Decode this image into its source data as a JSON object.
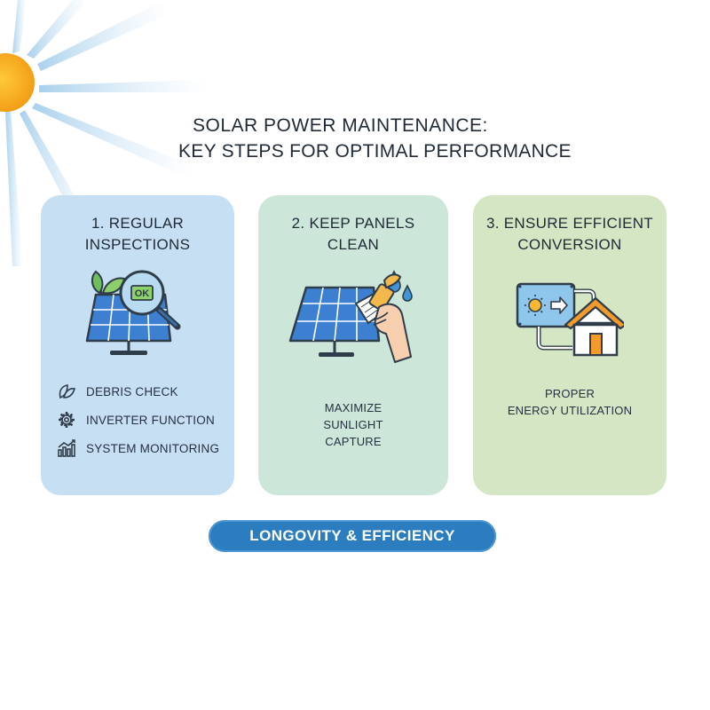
{
  "title": {
    "line1": "SOLAR POWER MAINTENANCE:",
    "line2": "KEY STEPS FOR OPTIMAL PERFORMANCE"
  },
  "cards": [
    {
      "heading_line1": "1. REGULAR",
      "heading_line2": "INSPECTIONS",
      "badge": "OK",
      "items": [
        {
          "label": "DEBRIS CHECK",
          "icon": "leaf-icon"
        },
        {
          "label": "INVERTER FUNCTION",
          "icon": "gear-icon"
        },
        {
          "label": "SYSTEM MONITORING",
          "icon": "chart-icon"
        }
      ],
      "color": "#c7dff3"
    },
    {
      "heading_line1": "2. KEEP PANELS",
      "heading_line2": "CLEAN",
      "caption_lines": [
        "MAXIMIZE",
        "SUNLIGHT",
        "CAPTURE"
      ],
      "color": "#cce6da"
    },
    {
      "heading_line1": "3. ENSURE EFFICIENT",
      "heading_line2": "CONVERSION",
      "caption_lines": [
        "PROPER",
        "ENERGY UTILIZATION"
      ],
      "color": "#d5e6c4"
    }
  ],
  "footer_pill": "LONGOVITY & EFFICIENCY",
  "colors": {
    "accent_blue": "#2c7cc0",
    "sun": "#f5a623",
    "panel_blue": "#3d7fd0"
  }
}
